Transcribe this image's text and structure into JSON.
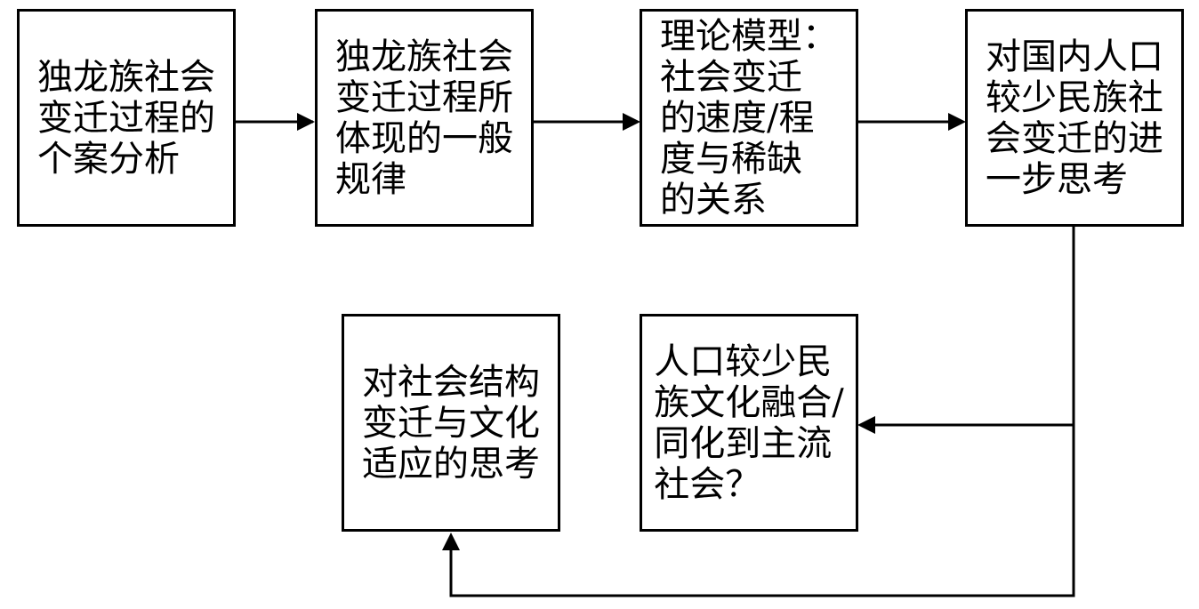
{
  "nodes": [
    {
      "id": "case-analysis",
      "text": "独龙族社会\n变迁过程的\n个案分析"
    },
    {
      "id": "general-rules",
      "text": "独龙族社会\n变迁过程所\n体现的一般\n规律"
    },
    {
      "id": "theory-model",
      "text": "理论模型：\n社会变迁\n的速度/程\n度与稀缺\n的关系"
    },
    {
      "id": "further-thinking",
      "text": "对国内人口\n较少民族社\n会变迁的进\n一步思考"
    },
    {
      "id": "fusion-question",
      "text": "人口较少民\n族文化融合/\n同化到主流\n社会？"
    },
    {
      "id": "adaptation-thinking",
      "text": "对社会结构\n变迁与文化\n适应的思考"
    }
  ],
  "colors": {
    "stroke": "#000000",
    "background": "#ffffff"
  }
}
